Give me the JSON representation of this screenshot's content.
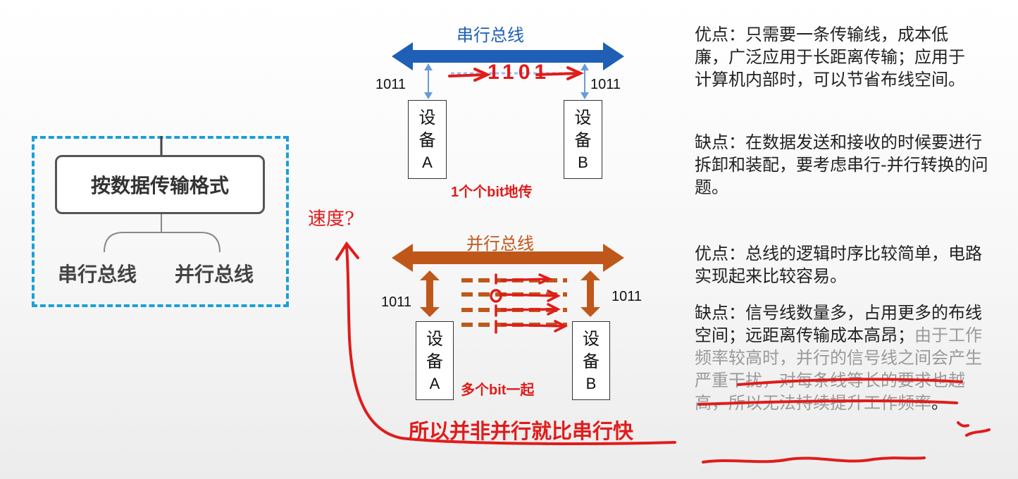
{
  "left_panel": {
    "format_box_label": "按数据传输格式",
    "branch_serial": "串行总线",
    "branch_parallel": "并行总线"
  },
  "serial": {
    "bus_title": "串行总线",
    "bits_left": "1011",
    "bits_right": "1011",
    "device_a_line1": "设",
    "device_a_line2": "备",
    "device_a_letter": "A",
    "device_b_line1": "设",
    "device_b_line2": "备",
    "device_b_letter": "B",
    "handwritten_bits": "1101",
    "annotation": "1个个bit地传",
    "advantages": "优点：只需要一条传输线，成本低廉，广泛应用于长距离传输；应用于计算机内部时，可以节省布线空间。",
    "disadvantages": "缺点：在数据发送和接收的时候要进行拆卸和装配，要考虑串行-并行转换的问题。"
  },
  "parallel": {
    "bus_title": "并行总线",
    "bits_left": "1011",
    "bits_right": "1011",
    "device_a_line1": "设",
    "device_a_line2": "备",
    "device_a_letter": "A",
    "device_b_line1": "设",
    "device_b_line2": "备",
    "device_b_letter": "B",
    "annotation": "多个bit一起",
    "advantages": "优点：总线的逻辑时序比较简单，电路实现起来比较容易。",
    "disadvantages_main": "缺点：信号线数量多，占用更多的布线空间；远距离传输成本高昂；",
    "disadvantages_faded": "由于工作频率较高时，并行的信号线之间会产生严重干扰，对每条线等长的要求也越高，所以无法持续提升工作频率",
    "disadvantages_end": "。"
  },
  "speed_question": "速度?",
  "conclusion": "所以并非并行就比串行快",
  "colors": {
    "serial_bus": "#1f5fb5",
    "parallel_bus": "#c0571a",
    "frame": "#1aa0d8",
    "annotation_red": "#e01c1c"
  }
}
